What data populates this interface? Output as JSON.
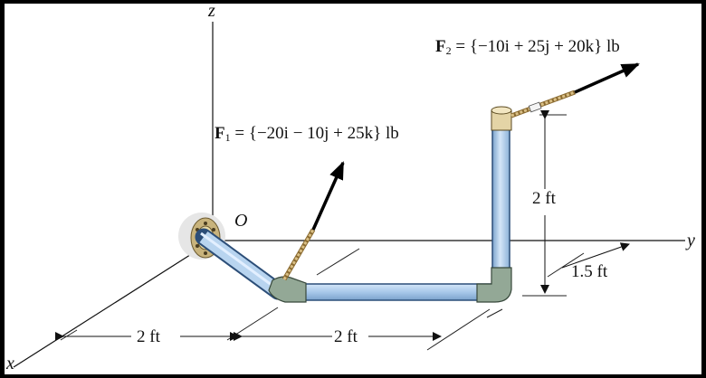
{
  "axes": {
    "x": "x",
    "y": "y",
    "z": "z"
  },
  "origin_label": "O",
  "forces": {
    "f1": {
      "name": "F",
      "sub": "1",
      "components": " = {−20i − 10j + 25k} lb"
    },
    "f2": {
      "name": "F",
      "sub": "2",
      "components": " = {−10i + 25j + 20k} lb"
    }
  },
  "dimensions": {
    "x_segment": "2 ft",
    "y_segment": "2 ft",
    "vertical": "2 ft",
    "depth": "1.5 ft"
  },
  "colors": {
    "pipe_fill": "#a8c8ea",
    "pipe_edge": "#2c4e78",
    "elbow": "#93a896",
    "cap": "#e4d4a6",
    "flange": "#c8b37c"
  }
}
